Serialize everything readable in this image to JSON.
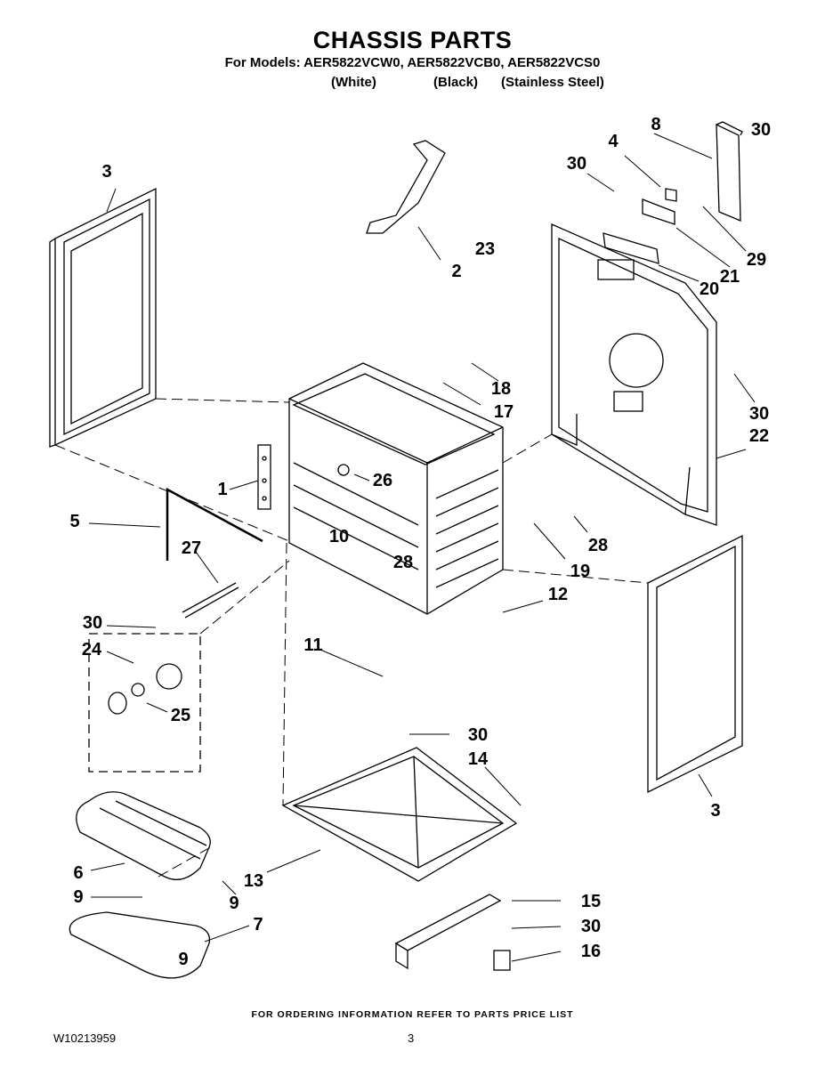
{
  "header": {
    "title": "CHASSIS PARTS",
    "models_line": "For Models: AER5822VCW0, AER5822VCB0, AER5822VCS0",
    "finishes": [
      "(White)",
      "(Black)",
      "(Stainless Steel)"
    ]
  },
  "callouts": [
    "3",
    "2",
    "23",
    "8",
    "4",
    "30",
    "30",
    "29",
    "21",
    "20",
    "18",
    "17",
    "30",
    "22",
    "1",
    "26",
    "5",
    "27",
    "10",
    "28",
    "19",
    "28",
    "12",
    "30",
    "24",
    "25",
    "11",
    "30",
    "14",
    "3",
    "6",
    "9",
    "13",
    "9",
    "15",
    "30",
    "7",
    "9",
    "16"
  ],
  "footer": {
    "note": "FOR ORDERING INFORMATION REFER TO PARTS PRICE LIST",
    "doc_number": "W10213959",
    "page_number": "3"
  }
}
